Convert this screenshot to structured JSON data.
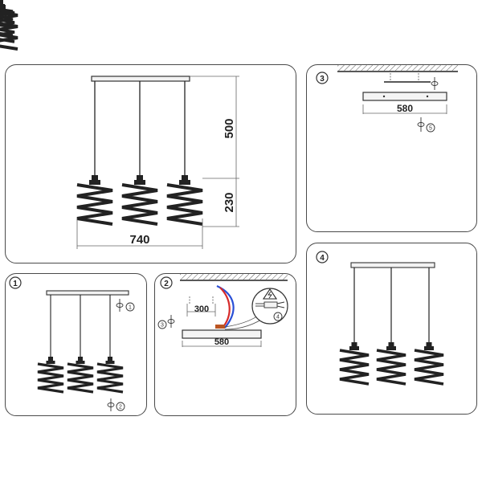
{
  "main_panel": {
    "dim_width": "740",
    "dim_cord": "500",
    "dim_shade": "230"
  },
  "step1": {
    "number": "1",
    "marker_a": "1",
    "marker_b": "2"
  },
  "step2": {
    "number": "2",
    "dim_plate": "300",
    "dim_bar": "580",
    "marker_screw": "3",
    "marker_connector": "4"
  },
  "step3": {
    "number": "3",
    "dim_bar": "580",
    "marker": "5"
  },
  "step4": {
    "number": "4"
  },
  "colors": {
    "outline": "#4a4a4a",
    "wire_blue": "#2a4fd6",
    "wire_red": "#d62a2a",
    "warning_fill": "#ffffff"
  }
}
